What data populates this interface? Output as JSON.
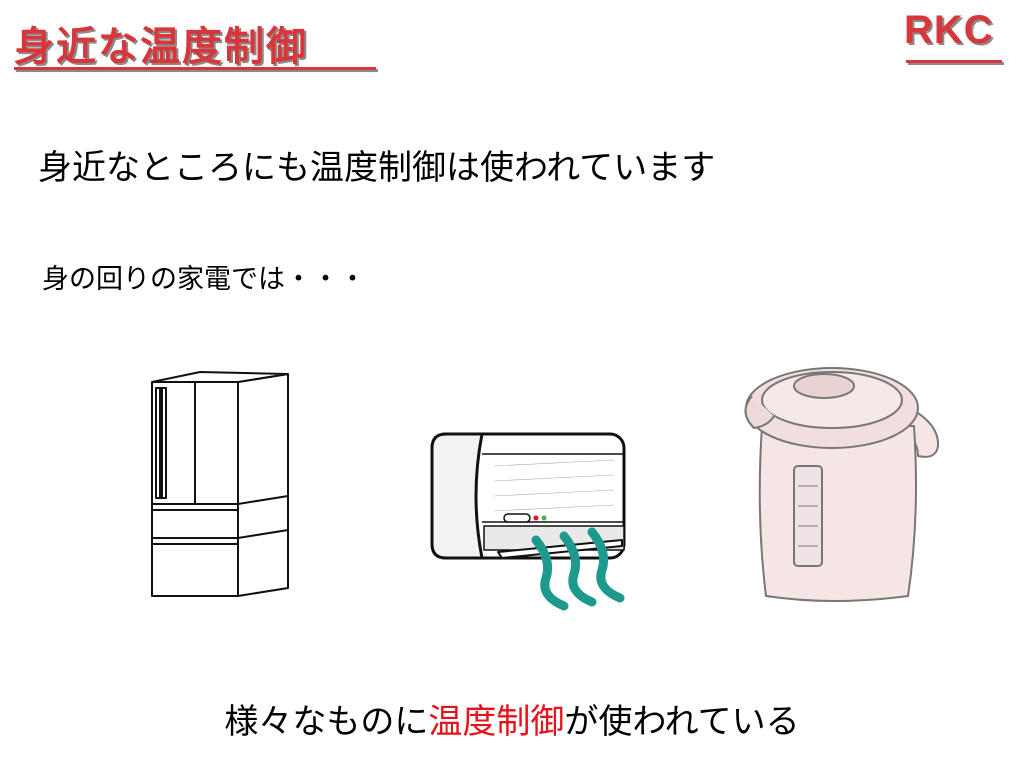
{
  "header": {
    "title": "身近な温度制御",
    "logo_text": "RKC"
  },
  "main": {
    "heading": "身近なところにも温度制御は使われています",
    "subheading": "身の回りの家電では・・・",
    "appliances": [
      {
        "name": "refrigerator",
        "icon": "refrigerator-icon"
      },
      {
        "name": "air-conditioner",
        "icon": "air-conditioner-icon"
      },
      {
        "name": "electric-pot",
        "icon": "electric-pot-icon"
      }
    ],
    "conclusion": {
      "before": "様々なものに",
      "highlight": "温度制御",
      "after": "が使われている"
    }
  },
  "colors": {
    "title_red": "#d8363b",
    "highlight_red": "#e5141c",
    "airflow_teal": "#1e9a8c",
    "pot_pink": "#f6e5e5"
  }
}
